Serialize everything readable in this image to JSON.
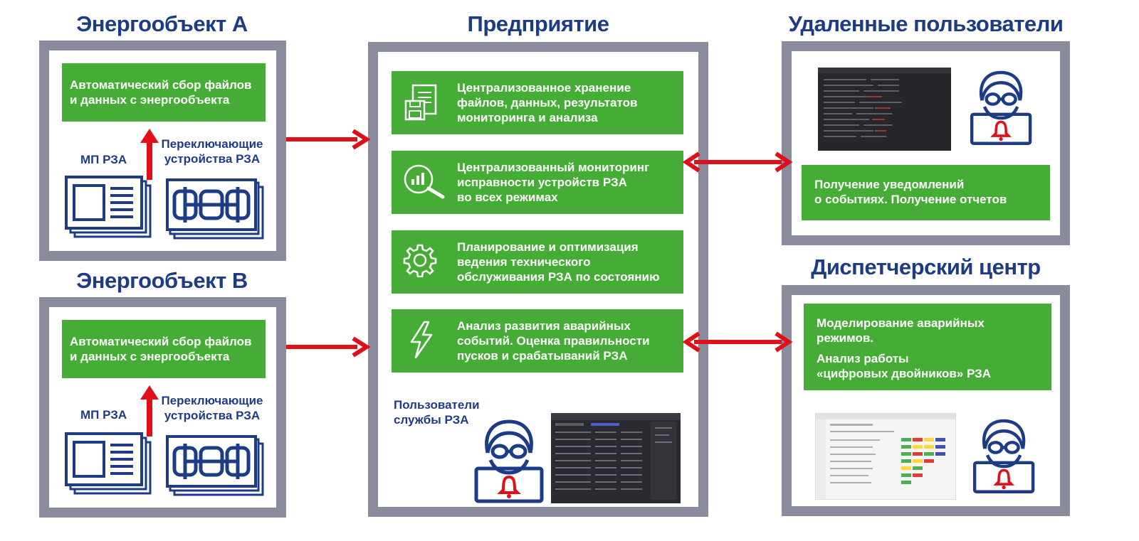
{
  "titles": {
    "site_a": "Энергообъект А",
    "site_b": "Энергообъект В",
    "enterprise": "Предприятие",
    "remote_users": "Удаленные пользователи",
    "dispatch": "Диспетчерский центр"
  },
  "site_a": {
    "box_line1": "Автоматический сбор файлов",
    "box_line2": "и данных с энергообъекта",
    "mp_label": "МП РЗА",
    "switch_line1": "Переключающие",
    "switch_line2": "устройства РЗА"
  },
  "site_b": {
    "box_line1": "Автоматический сбор файлов",
    "box_line2": "и данных с энергообъекта",
    "mp_label": "МП РЗА",
    "switch_line1": "Переключающие",
    "switch_line2": "устройства РЗА"
  },
  "enterprise": {
    "functions": [
      {
        "icon": "storage-icon",
        "lines": [
          "Централизованное хранение",
          "файлов, данных, результатов",
          "мониторинга и анализа"
        ]
      },
      {
        "icon": "monitoring-icon",
        "lines": [
          "Централизованный мониторинг",
          "исправности устройств РЗА",
          "во всех режимах"
        ]
      },
      {
        "icon": "gear-icon",
        "lines": [
          "Планирование и оптимизация",
          "ведения технического",
          "обслуживания РЗА по состоянию"
        ]
      },
      {
        "icon": "lightning-icon",
        "lines": [
          "Анализ развития аварийных",
          "событий. Оценка правильности",
          "пусков и срабатываний РЗА"
        ]
      }
    ],
    "users_line1": "Пользователи",
    "users_line2": "службы РЗА"
  },
  "remote_users": {
    "line1": "Получение уведомлений",
    "line2": "о событиях. Получение отчетов"
  },
  "dispatch": {
    "line1": "Моделирование аварийных",
    "line2": "режимов.",
    "line3": "Анализ работы",
    "line4": "«цифровых двойников» РЗА"
  },
  "colors": {
    "navy": "#1e3b85",
    "green": "#45ad35",
    "frame_gray": "#8a8b9c",
    "arrow_red": "#e0101a"
  }
}
